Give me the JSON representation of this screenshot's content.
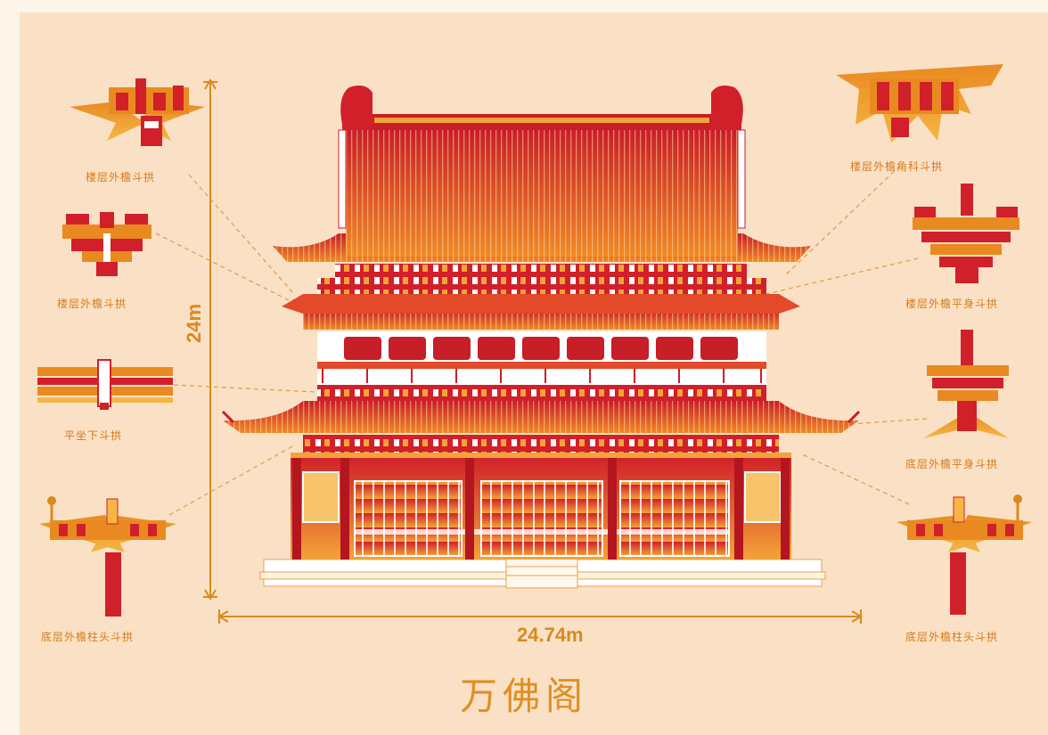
{
  "title": "万佛阁",
  "dimensions": {
    "height": "24m",
    "width": "24.74m"
  },
  "labels": {
    "left_top": "楼层外檐斗拱",
    "left_2": "楼层外檐斗拱",
    "left_3": "平坐下斗拱",
    "left_4": "底层外檐柱头斗拱",
    "right_top": "楼层外檐角科斗拱",
    "right_2": "楼层外檐平身斗拱",
    "right_3": "底层外檐平身斗拱",
    "right_4": "底层外檐柱头斗拱"
  },
  "colors": {
    "red": "#d1202a",
    "orange": "#e8821e",
    "gold": "#d98a1c",
    "bg": "#fae1c6"
  }
}
